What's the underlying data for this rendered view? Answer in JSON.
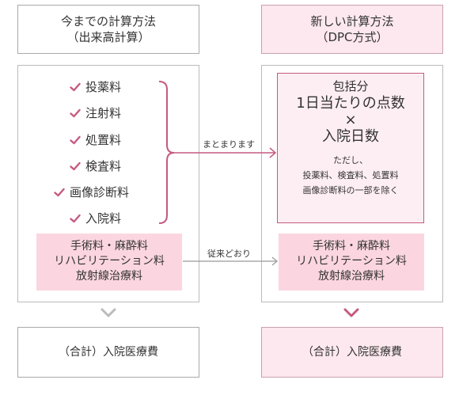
{
  "old_method": {
    "title": "今までの計算方法",
    "subtitle": "（出来高計算）",
    "items": [
      "投薬料",
      "注射料",
      "処置料",
      "検査料",
      "画像診断料",
      "入院料"
    ],
    "surgery": [
      "手術料・麻酔料",
      "リハビリテーション料",
      "放射線治療料"
    ],
    "total": "（合計）入院医療費"
  },
  "new_method": {
    "title": "新しい計算方法",
    "subtitle": "（DPC方式）",
    "inclusive": {
      "line1": "包括分",
      "line2": "1日当たりの点数",
      "line3": "×",
      "line4": "入院日数",
      "note1": "ただし、",
      "note2": "投薬料、検査料、処置料",
      "note3": "画像診断料の一部を除く"
    },
    "surgery": [
      "手術料・麻酔料",
      "リハビリテーション料",
      "放射線治療料"
    ],
    "total": "（合計）入院医療費"
  },
  "arrows": {
    "combined_label": "まとまります",
    "same_label": "従来どおり"
  },
  "colors": {
    "accent": "#c55a82",
    "pink_fill": "#fbd6e0",
    "light_pink": "#fce8ee",
    "gray_line": "#999999"
  }
}
